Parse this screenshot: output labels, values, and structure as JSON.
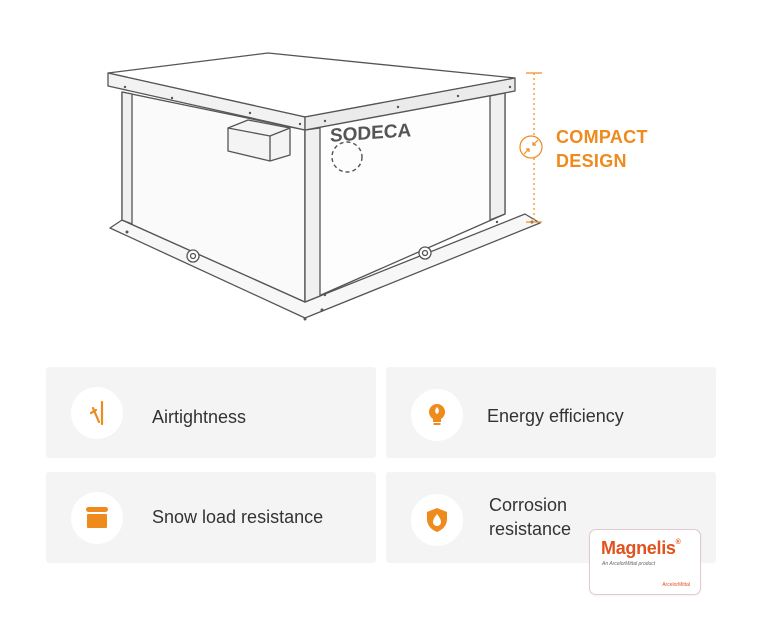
{
  "product": {
    "logo_text": "SODECA"
  },
  "callout": {
    "line1": "COMPACT",
    "line2": "DESIGN"
  },
  "features": [
    {
      "label": "Airtightness",
      "icon": "airtightness-icon"
    },
    {
      "label": "Energy efficiency",
      "icon": "lightbulb-icon"
    },
    {
      "label": "Snow load resistance",
      "icon": "snow-load-icon"
    },
    {
      "label_line1": "Corrosion",
      "label_line2": "resistance",
      "icon": "shield-drop-icon"
    }
  ],
  "badge": {
    "brand": "Magnelis",
    "reg": "®",
    "tagline": "An ArcelorMittal product",
    "maker": "ArcelorMittal"
  },
  "colors": {
    "accent": "#ef8a1c",
    "card_bg": "#f4f4f4",
    "text": "#333333",
    "line_art": "#555555"
  }
}
